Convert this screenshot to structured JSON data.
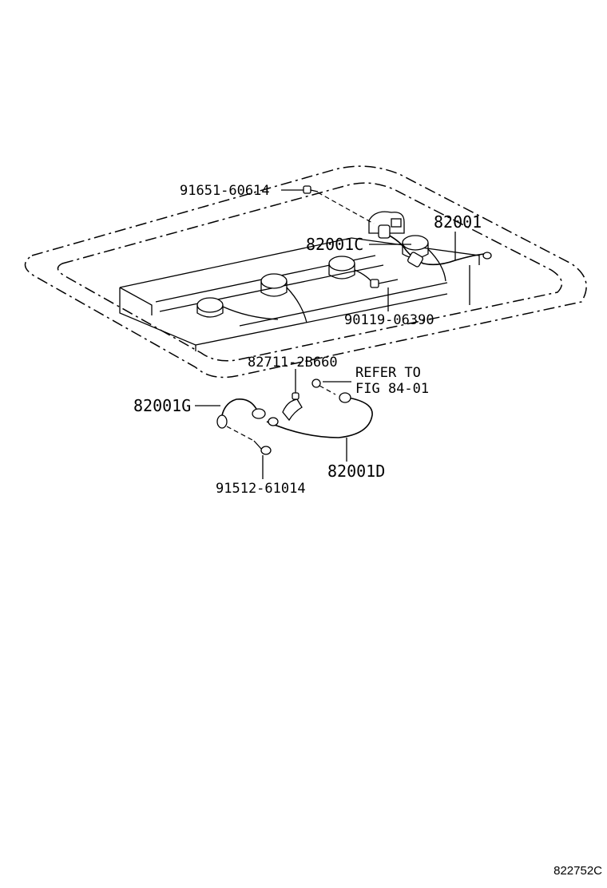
{
  "diagram": {
    "callouts": {
      "p91651": "91651-60614",
      "p82001": "82001",
      "p82001c": "82001C",
      "p90119": "90119-06390",
      "p82711": "82711-2B660",
      "refer_line1": "REFER TO",
      "refer_line2": "FIG 84-01",
      "p82001g": "82001G",
      "p82001d": "82001D",
      "p91512": "91512-61014"
    },
    "illustration_id": "822752C"
  }
}
